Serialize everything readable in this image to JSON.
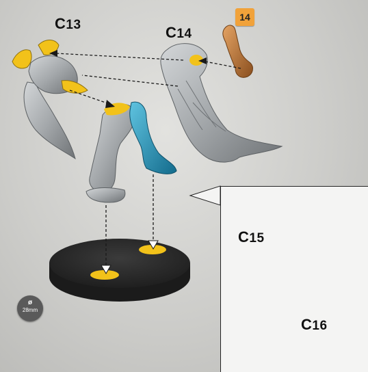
{
  "step_number": "14",
  "parts": {
    "c13": {
      "prefix": "C",
      "number": "13"
    },
    "c14": {
      "prefix": "C",
      "number": "14"
    },
    "c15": {
      "prefix": "C",
      "number": "15"
    },
    "c16": {
      "prefix": "C",
      "number": "16"
    }
  },
  "base": {
    "symbol": "ø",
    "size": "28mm"
  },
  "colors": {
    "glue_yellow": "#f2c21a",
    "blue_leg": "#1e8fb5",
    "grey_plastic": "#a9adb0",
    "copper_arm": "#c97e3a",
    "base_black": "#2a2a2a",
    "step_orange": "#f1a23a"
  }
}
